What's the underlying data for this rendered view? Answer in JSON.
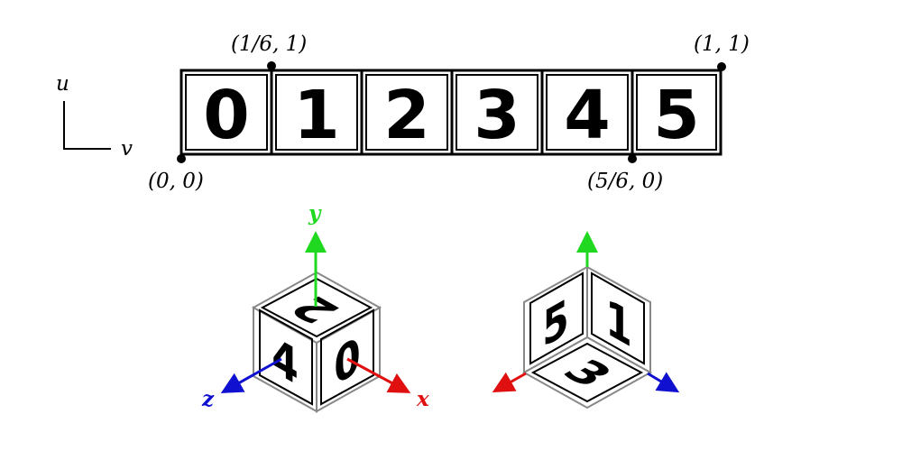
{
  "uv_axes": {
    "u_label": "u",
    "v_label": "v"
  },
  "strip": {
    "digits": [
      "0",
      "1",
      "2",
      "3",
      "4",
      "5"
    ],
    "corner_labels": {
      "origin": "(0, 0)",
      "tile1_top": "(1/6, 1)",
      "tile5_bottom": "(5/6, 0)",
      "end_top": "(1, 1)"
    }
  },
  "cube_front": {
    "faces": {
      "top": "2",
      "left": "4",
      "right": "0"
    },
    "axis_labels": {
      "x": "x",
      "y": "y",
      "z": "z"
    }
  },
  "cube_back": {
    "faces": {
      "left": "5",
      "right": "1",
      "bottom": "3"
    }
  },
  "colors": {
    "x_axis": "#e01010",
    "y_axis": "#1fd81f",
    "z_axis": "#1010d0",
    "ink": "#000000"
  }
}
